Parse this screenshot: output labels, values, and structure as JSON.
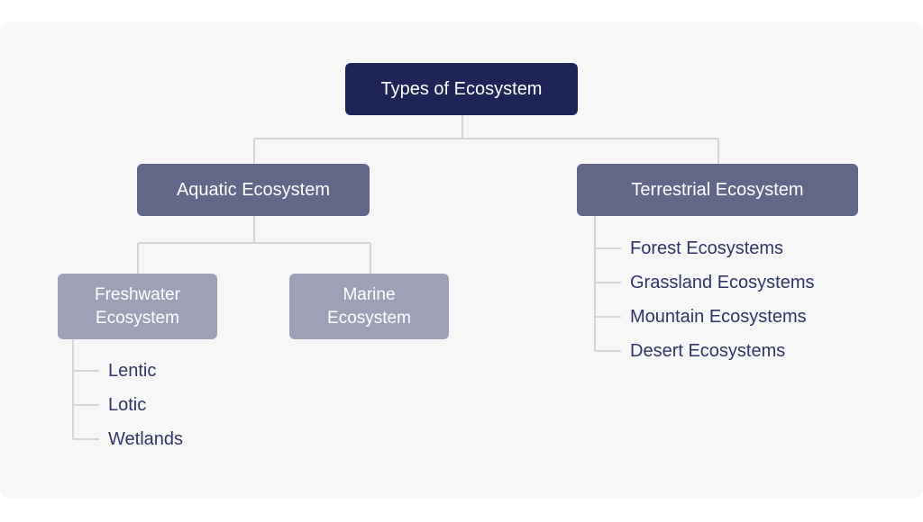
{
  "diagram": {
    "root": {
      "label": "Types of Ecosystem"
    },
    "aquatic": {
      "label": "Aquatic Ecosystem",
      "freshwater": {
        "line1": "Freshwater",
        "line2": "Ecosystem",
        "items": [
          "Lentic",
          "Lotic",
          "Wetlands"
        ]
      },
      "marine": {
        "line1": "Marine",
        "line2": "Ecosystem"
      }
    },
    "terrestrial": {
      "label": "Terrestrial Ecosystem",
      "items": [
        "Forest Ecosystems",
        "Grassland Ecosystems",
        "Mountain Ecosystems",
        "Desert Ecosystems"
      ]
    }
  },
  "colors": {
    "root": "#1e2456",
    "level1": "#626788",
    "level2": "#9ea1b6",
    "leaf_text": "#2f3566",
    "connector": "#d6d6da",
    "background": "#f7f7f8"
  }
}
